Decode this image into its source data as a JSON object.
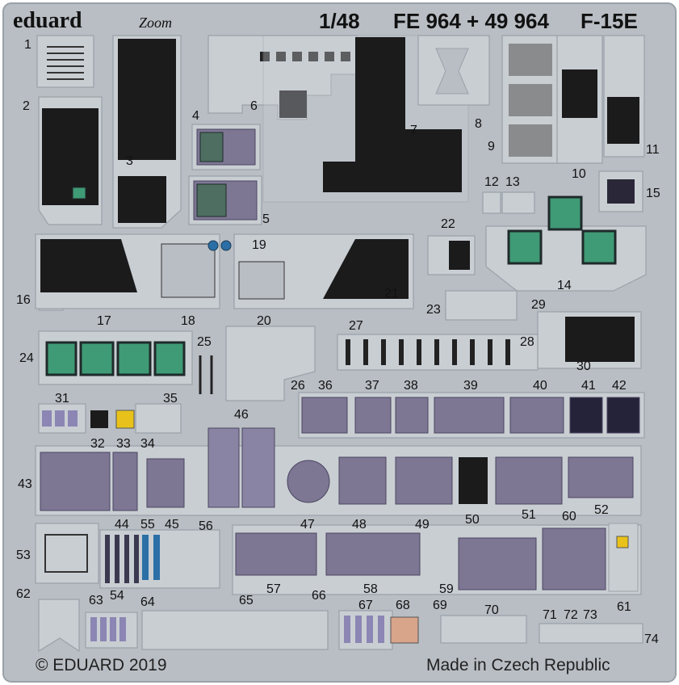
{
  "header": {
    "brand": "eduard",
    "brand_line": "Zoom",
    "scale": "1/48",
    "catalog": "FE 964 + 49 964",
    "aircraft": "F-15E"
  },
  "footer": {
    "copyright": "© EDUARD 2019",
    "origin": "Made in Czech Republic"
  },
  "parts": [
    "1",
    "2",
    "3",
    "4",
    "5",
    "6",
    "7",
    "8",
    "9",
    "10",
    "11",
    "12",
    "13",
    "14",
    "15",
    "16",
    "17",
    "18",
    "19",
    "20",
    "21",
    "22",
    "23",
    "24",
    "25",
    "26",
    "27",
    "28",
    "29",
    "30",
    "31",
    "32",
    "33",
    "34",
    "35",
    "36",
    "37",
    "38",
    "39",
    "40",
    "41",
    "42",
    "43",
    "44",
    "45",
    "46",
    "47",
    "48",
    "49",
    "50",
    "51",
    "52",
    "53",
    "54",
    "55",
    "56",
    "57",
    "58",
    "59",
    "60",
    "61",
    "62",
    "63",
    "64",
    "65",
    "66",
    "67",
    "68",
    "69",
    "70",
    "71",
    "72",
    "73",
    "74"
  ],
  "colors": {
    "sheet": "#b9bec4",
    "metal": "#c9ced3",
    "black": "#1b1b1c",
    "panel_purple": "#7d7794",
    "screen_green": "#3f9a76",
    "warning_yellow": "#e8c21a"
  }
}
